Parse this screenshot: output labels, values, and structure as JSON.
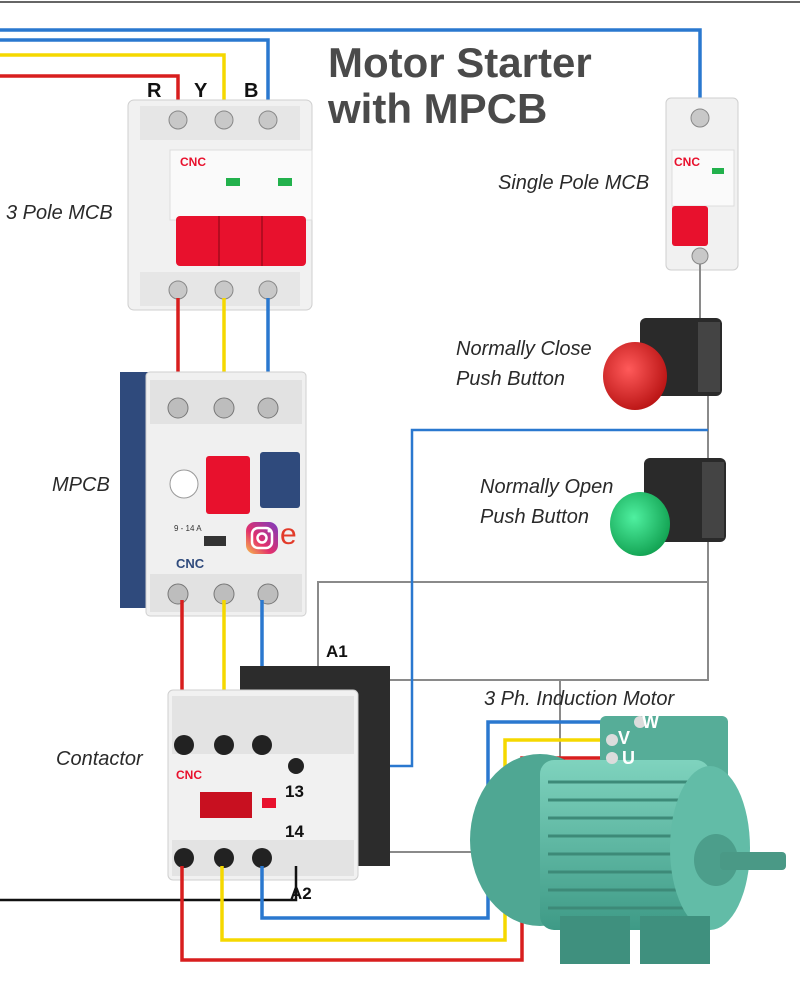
{
  "title_line1": "Motor Starter",
  "title_line2": "with MPCB",
  "phases": {
    "r": "R",
    "y": "Y",
    "b": "B"
  },
  "labels": {
    "mcb3": "3 Pole MCB",
    "mcb1": "Single Pole MCB",
    "nc_line1": "Normally Close",
    "nc_line2": "Push Button",
    "no_line1": "Normally Open",
    "no_line2": "Push Button",
    "mpcb": "MPCB",
    "contactor": "Contactor",
    "motor": "3 Ph. Induction Motor"
  },
  "terminals": {
    "a1": "A1",
    "a2": "A2",
    "t13": "13",
    "t14": "14"
  },
  "motor_terminals": {
    "u": "U",
    "v": "V",
    "w": "W"
  },
  "brand": "CNC",
  "mpcb_range": "9 - 14 A",
  "watermark_letter": "e",
  "colors": {
    "red": "#d81e1e",
    "yellow": "#f5d800",
    "blue": "#2a78cf",
    "grey": "#8a8a8a",
    "black": "#111111",
    "brand": "#e8112d",
    "mpcb_blue": "#2f4a7c",
    "motor": "#5fb9a4"
  },
  "icons": [
    "instagram-icon"
  ]
}
